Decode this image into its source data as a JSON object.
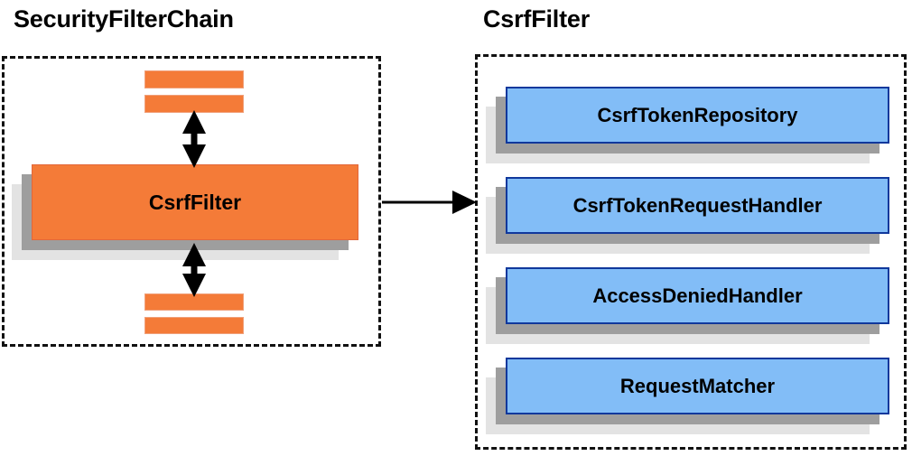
{
  "diagram": {
    "type": "architecture-block-diagram",
    "background_color": "#ffffff",
    "panels": [
      {
        "id": "security-filter-chain",
        "title": "SecurityFilterChain",
        "accent_color": "#f47b38",
        "border_style": "dashed",
        "border_color": "#111111"
      },
      {
        "id": "csrf-filter",
        "title": "CsrfFilter",
        "accent_color": "#82bdf7",
        "border_style": "dashed",
        "border_color": "#111111"
      }
    ]
  },
  "left_panel": {
    "title": "SecurityFilterChain",
    "highlighted_node": "CsrfFilter",
    "nodes": [
      {
        "label": "",
        "kind": "anonymous-filter-slab"
      },
      {
        "label": "",
        "kind": "anonymous-filter-slab"
      },
      {
        "label": "CsrfFilter",
        "kind": "highlighted-filter"
      },
      {
        "label": "",
        "kind": "anonymous-filter-slab"
      },
      {
        "label": "",
        "kind": "anonymous-filter-slab"
      }
    ],
    "connectors": [
      {
        "from": "filters-above",
        "to": "CsrfFilter",
        "style": "double-arrow-vertical"
      },
      {
        "from": "CsrfFilter",
        "to": "filters-below",
        "style": "double-arrow-vertical"
      }
    ]
  },
  "right_panel": {
    "title": "CsrfFilter",
    "collaborators": [
      {
        "label": "CsrfTokenRepository"
      },
      {
        "label": "CsrfTokenRequestHandler"
      },
      {
        "label": "AccessDeniedHandler"
      },
      {
        "label": "RequestMatcher"
      }
    ]
  },
  "cross_panel_connector": {
    "from": "SecurityFilterChain.CsrfFilter",
    "to": "CsrfFilter",
    "style": "single-arrow-right"
  },
  "colors": {
    "orange_fill": "#f47b38",
    "orange_border": "#e2673a",
    "blue_fill": "#82bdf7",
    "blue_border": "#10389c",
    "shadow_dark": "#9e9e9e",
    "shadow_light": "#e3e3e3",
    "text": "#000000",
    "dashed_border": "#111111"
  }
}
